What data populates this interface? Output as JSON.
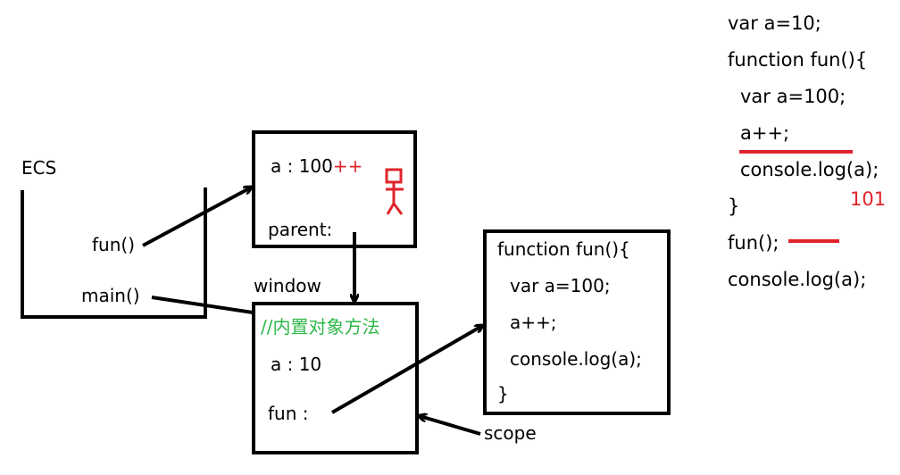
{
  "stack": {
    "label": "ECS",
    "frames": [
      "fun()",
      "main()"
    ]
  },
  "fun_scope": {
    "var_label": "a : 100",
    "increment": "++",
    "parent_label": "parent:"
  },
  "window": {
    "title": "window",
    "comment": "//内置对象方法",
    "var_line": "a :  10",
    "fun_line": "fun :"
  },
  "function_box": {
    "lines": [
      "function fun(){",
      "var a=100;",
      "a++;",
      "console.log(a);",
      "}"
    ]
  },
  "scope_label": "scope",
  "code": {
    "lines": [
      "var a=10;",
      "function fun(){",
      "var a=100;",
      "a++;",
      "console.log(a);",
      "}",
      "fun();",
      "console.log(a);"
    ],
    "output": "101"
  },
  "colors": {
    "annotation_red": "#e0242b",
    "comment_green": "#2db84a",
    "stroke": "#000000"
  },
  "icons": [
    "stick-figure-icon"
  ]
}
